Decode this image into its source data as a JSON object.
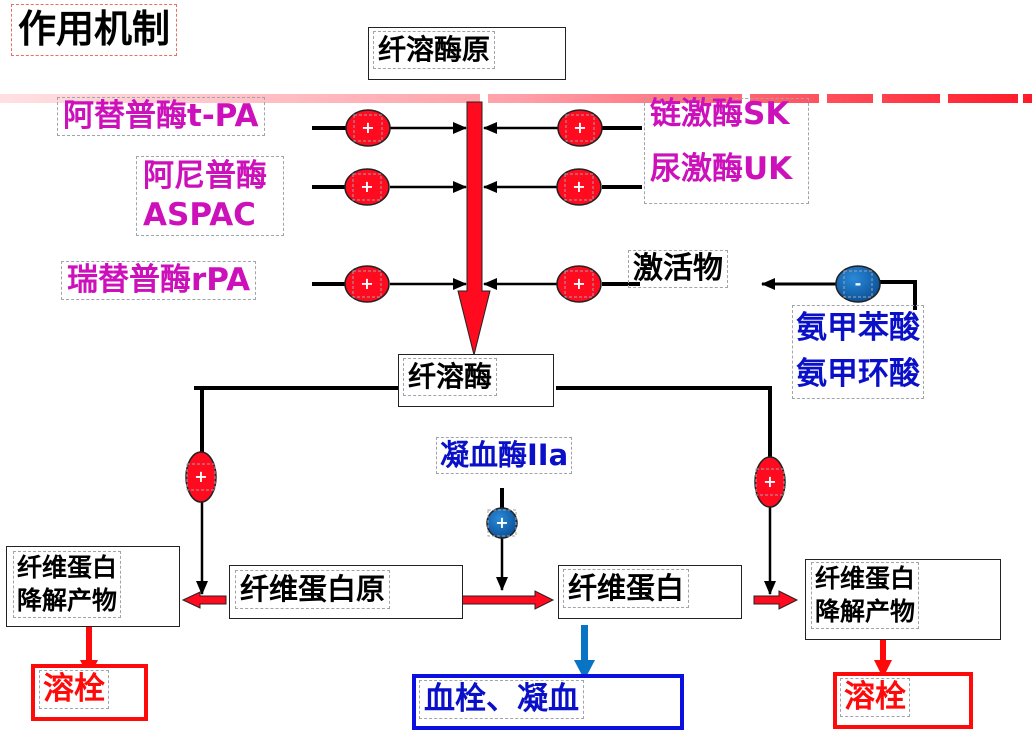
{
  "title": "作用机制",
  "nodes": {
    "plasminogen": "纤溶酶原",
    "plasmin": "纤溶酶",
    "fibrinogen": "纤维蛋白原",
    "fibrin": "纤维蛋白",
    "fdp_left": [
      "纤维蛋白",
      "降解产物"
    ],
    "fdp_right": [
      "纤维蛋白",
      "降解产物"
    ],
    "activator": "激活物",
    "thrombin": "凝血酶IIa"
  },
  "drugs_left": [
    {
      "name": "阿替普酶t-PA"
    },
    {
      "name": "阿尼普酶",
      "sub": "ASPAC"
    },
    {
      "name": "瑞替普酶rPA"
    }
  ],
  "drugs_right": [
    {
      "name": "链激酶SK"
    },
    {
      "name": "尿激酶UK"
    }
  ],
  "inhibitors": [
    "氨甲苯酸",
    "氨甲环酸"
  ],
  "outcomes": {
    "lysis_left": "溶栓",
    "lysis_right": "溶栓",
    "thrombosis": "血栓、凝血"
  },
  "signs": {
    "activate": "+",
    "inhibit": "-"
  },
  "colors": {
    "drug_text": "#cc11bb",
    "inhibitor_text": "#0a10c8",
    "activate_badge": "#ff0a1e",
    "inhibit_badge": "#0a6cbf",
    "lysis": "#ff0a0a",
    "thrombosis": "#0a10e0"
  }
}
